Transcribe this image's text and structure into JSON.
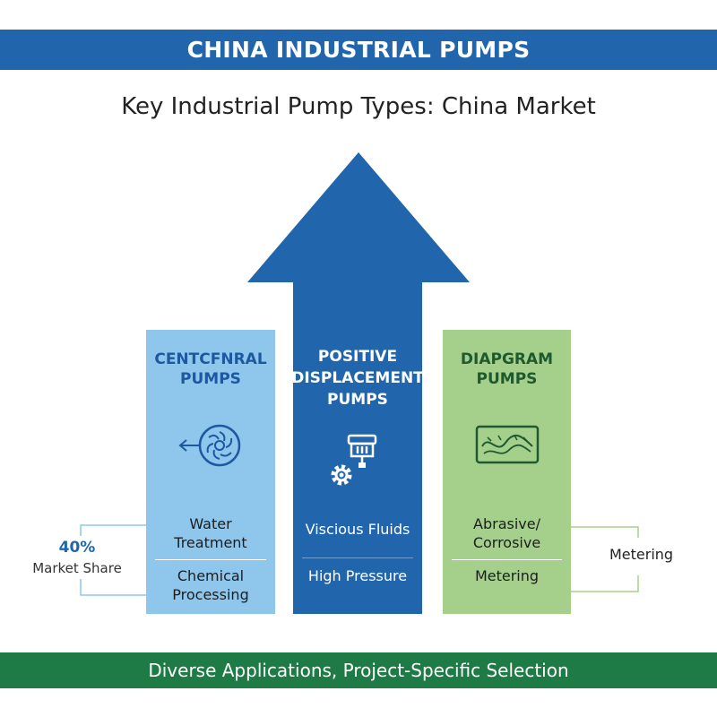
{
  "header": {
    "title": "CHINA INDUSTRIAL PUMPS"
  },
  "subtitle": "Key Industrial Pump Types: China Market",
  "columns": {
    "left": {
      "title_line1": "CENTCFNRAL",
      "title_line2": "PUMPS",
      "icon": "impeller-icon",
      "apps": [
        {
          "line1": "Water",
          "line2": "Treatment"
        },
        {
          "line1": "Chemical",
          "line2": "Processing"
        }
      ],
      "color": "#8ec6ec"
    },
    "center": {
      "title_line1": "POSITIVE",
      "title_line2": "DISPLACEMENT",
      "title_line3": "PUMPS",
      "icon": "piston-gear-icon",
      "apps": [
        "Viscious Fluids",
        "High Pressure"
      ],
      "color": "#2166ad"
    },
    "right": {
      "title_line1": "DIAPGRAM",
      "title_line2": "PUMPS",
      "icon": "diaphragm-icon",
      "apps": [
        {
          "line1": "Abrasive/",
          "line2": "Corrosive"
        },
        {
          "line1": "Metering"
        }
      ],
      "color": "#a5d08c"
    }
  },
  "callouts": {
    "left_value": "40%",
    "left_label": "Market Share",
    "right_label": "Metering"
  },
  "footer": {
    "text": "Diverse Applications, Project-Specific Selection"
  },
  "colors": {
    "header_blue": "#2166ad",
    "footer_green": "#1e7b45"
  }
}
